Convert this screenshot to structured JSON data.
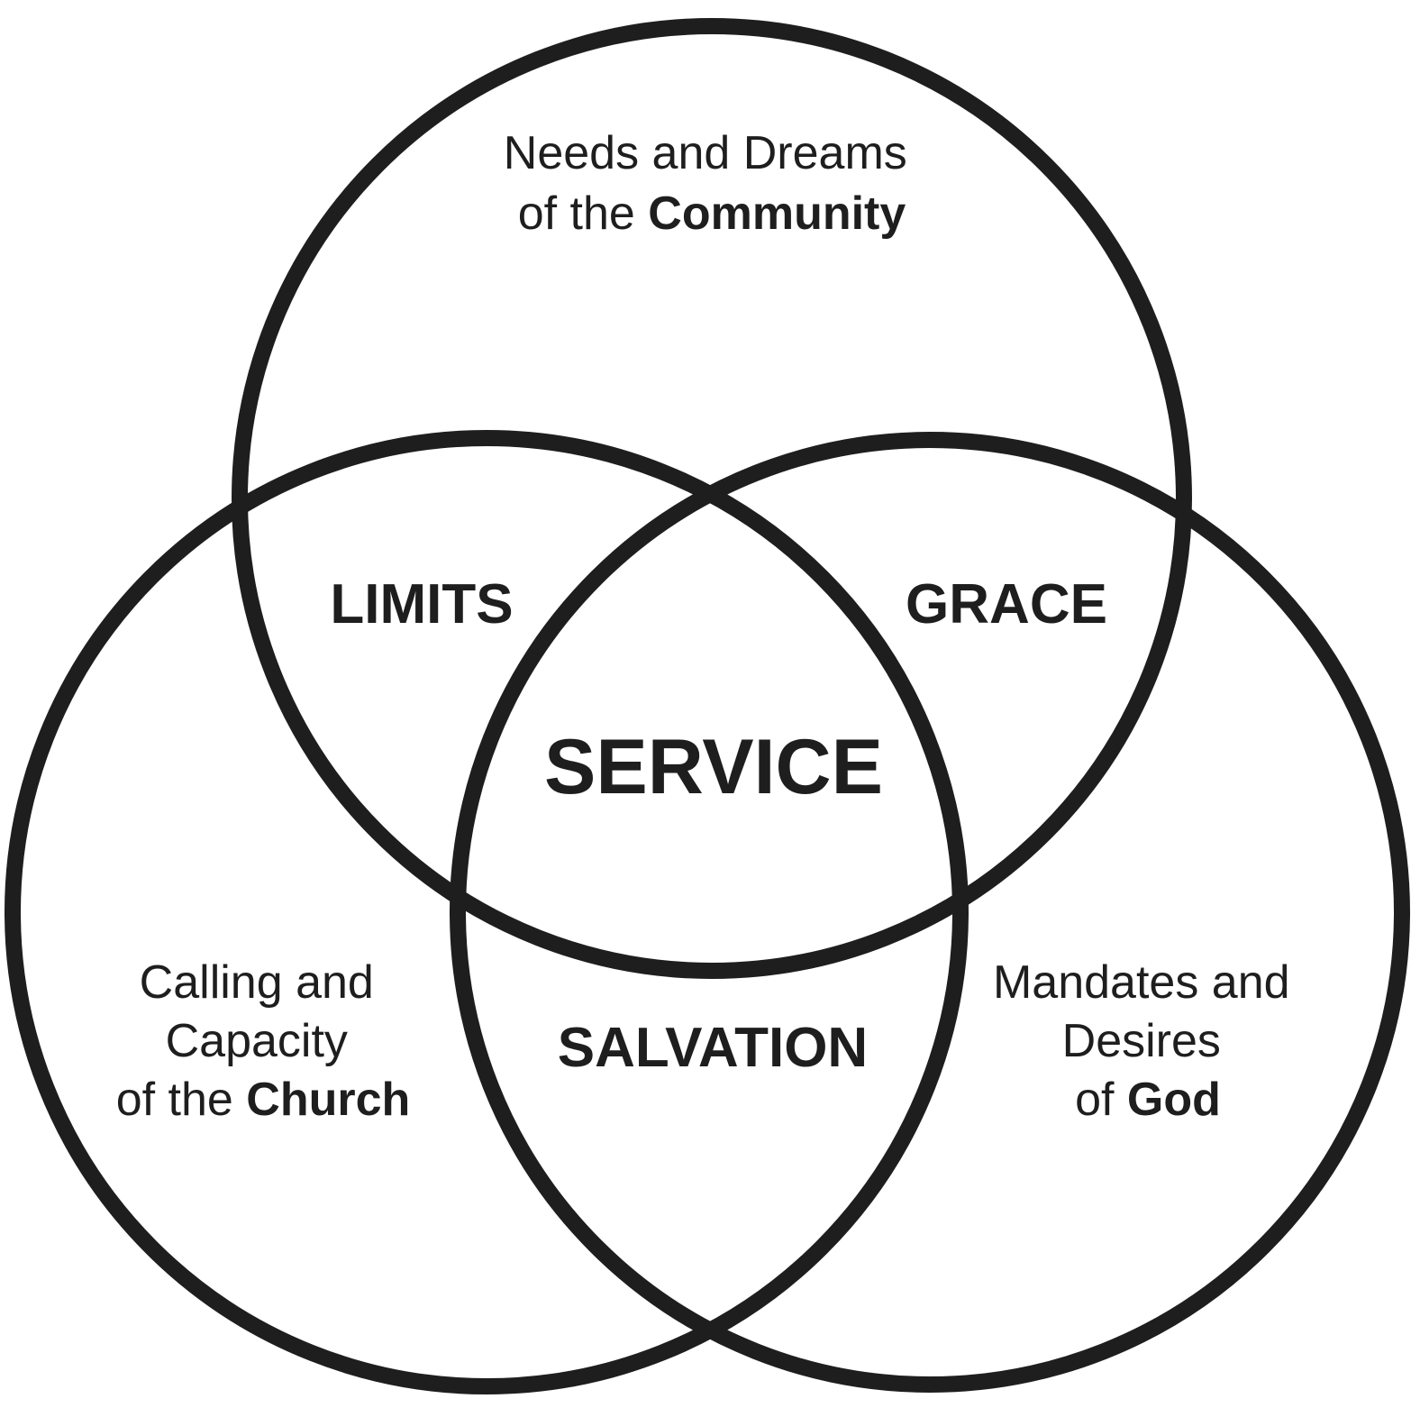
{
  "diagram": {
    "sets": {
      "community": {
        "line1": "Needs and Dreams",
        "line2_prefix": "of the ",
        "line2_bold": "Community"
      },
      "church": {
        "line1": "Calling and",
        "line2": "Capacity",
        "line3_prefix": "of the ",
        "line3_bold": "Church"
      },
      "god": {
        "line1": "Mandates and",
        "line2": "Desires",
        "line3_prefix": "of ",
        "line3_bold": "God"
      }
    },
    "overlaps": {
      "community_church": "LIMITS",
      "community_god": "GRACE",
      "church_god": "SALVATION",
      "all": "SERVICE"
    },
    "colors": {
      "stroke": "#1e1e1e",
      "text": "#1e1e1e",
      "background": "#ffffff"
    }
  }
}
